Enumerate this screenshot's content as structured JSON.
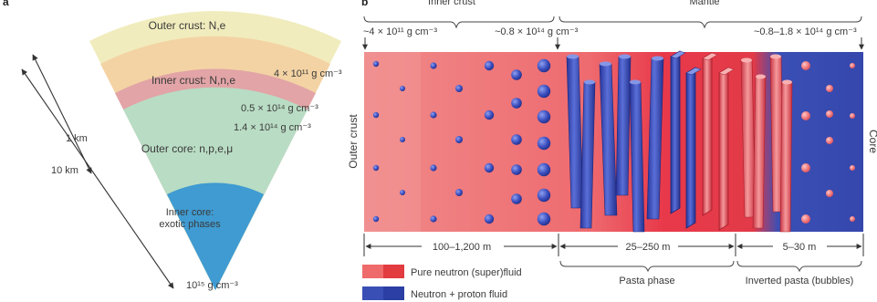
{
  "panel_a": {
    "letter": "a",
    "layers": [
      {
        "label": "Outer crust: N,e",
        "color": "#f1ecbd"
      },
      {
        "label": "Inner crust: N,n,e",
        "color": "#f3d3a4"
      },
      {
        "label": "",
        "color": "#e2a4a6"
      },
      {
        "label": "Outer core: n,p,e,μ",
        "color": "#b9dcc4"
      },
      {
        "label_line1": "Inner core:",
        "label_line2": "exotic phases",
        "color": "#3f9bd1"
      }
    ],
    "densities": {
      "d1": "4 × 10¹¹ g cm⁻³",
      "d2": "0.5 × 10¹⁴ g cm⁻³",
      "d3": "1.4 × 10¹⁴ g cm⁻³",
      "d4": "10¹⁵ g cm⁻³"
    },
    "scale": {
      "short": "1 km",
      "long": "10 km"
    }
  },
  "panel_b": {
    "letter": "b",
    "top_labels": {
      "inner_crust": "Inner crust",
      "mantle": "Mantle"
    },
    "densities": {
      "left": "~4 × 10¹¹ g cm⁻³",
      "mid": "~0.8 × 10¹⁴ g cm⁻³",
      "right": "~0.8–1.8 × 10¹⁴ g cm⁻³"
    },
    "side_labels": {
      "left": "Outer crust",
      "right": "Core"
    },
    "ranges": {
      "r1": "100–1,200 m",
      "r2": "25–250 m",
      "r3": "5–30 m"
    },
    "phases": {
      "pasta": "Pasta phase",
      "inverted": "Inverted pasta (bubbles)"
    },
    "legend": [
      {
        "label": "Pure neutron (super)fluid",
        "color1": "#ef6a6a",
        "color2": "#e23b40"
      },
      {
        "label": "Neutron + proton fluid",
        "color1": "#3a4fb5",
        "color2": "#2c3fa5"
      }
    ]
  }
}
